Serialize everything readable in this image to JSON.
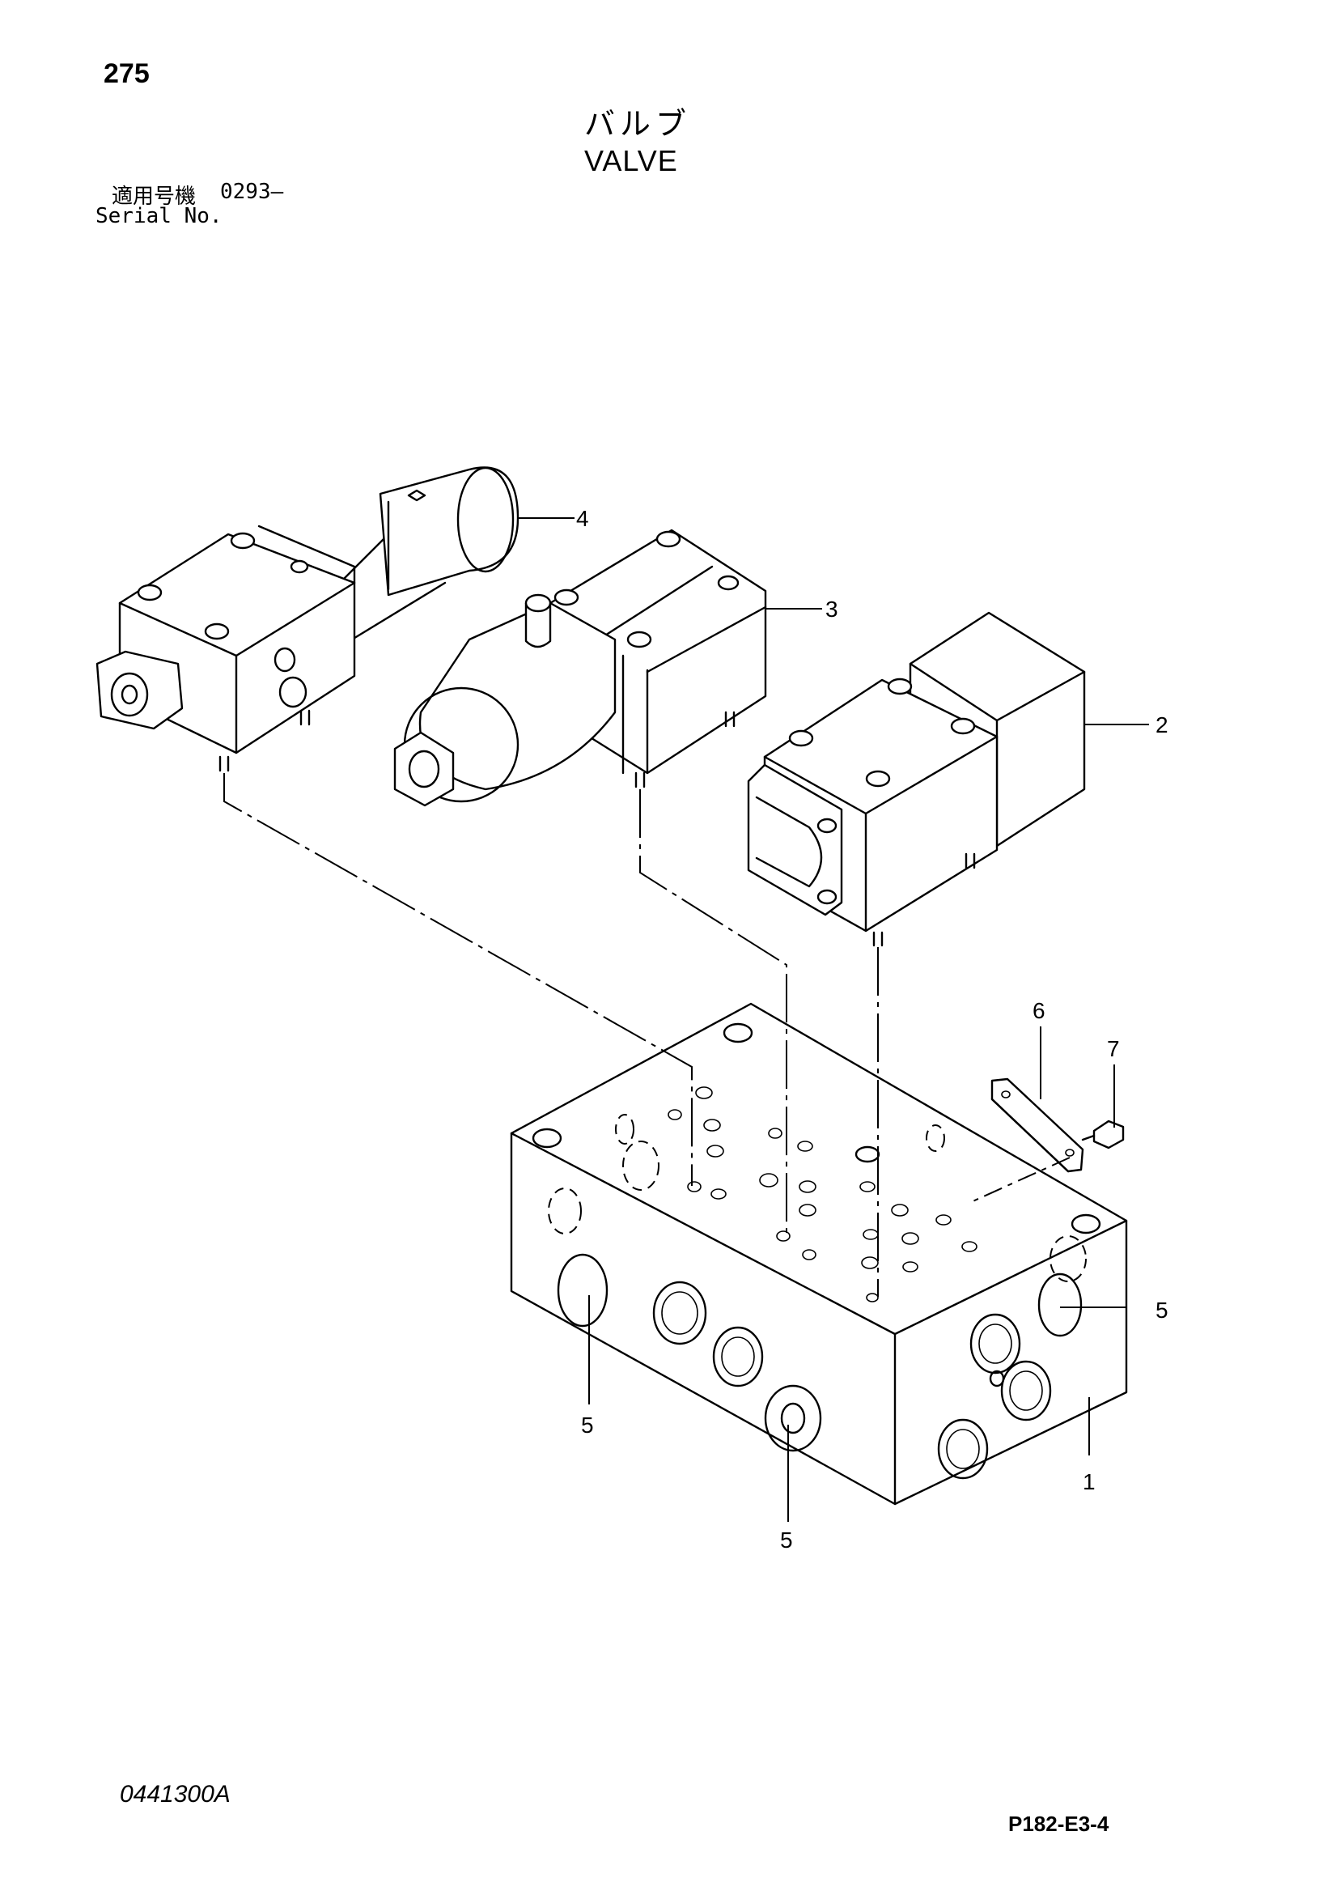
{
  "header": {
    "page_number": "275",
    "title_ja": "バルブ",
    "title_en": "VALVE",
    "serial_label_ja": "適用号機",
    "serial_range": "0293–",
    "serial_label_en": "Serial No."
  },
  "footer": {
    "drawing_code": "0441300A",
    "page_code": "P182-E3-4"
  },
  "callouts": {
    "c1": "1",
    "c2": "2",
    "c3": "3",
    "c4": "4",
    "c5a": "5",
    "c5b": "5",
    "c5c": "5",
    "c6": "6",
    "c7": "7"
  },
  "parts": [
    {
      "ref": "1",
      "name": "valve-block"
    },
    {
      "ref": "2",
      "name": "solenoid-valve"
    },
    {
      "ref": "3",
      "name": "solenoid-valve"
    },
    {
      "ref": "4",
      "name": "solenoid-valve"
    },
    {
      "ref": "5",
      "name": "plug"
    },
    {
      "ref": "6",
      "name": "plate"
    },
    {
      "ref": "7",
      "name": "screw"
    }
  ]
}
